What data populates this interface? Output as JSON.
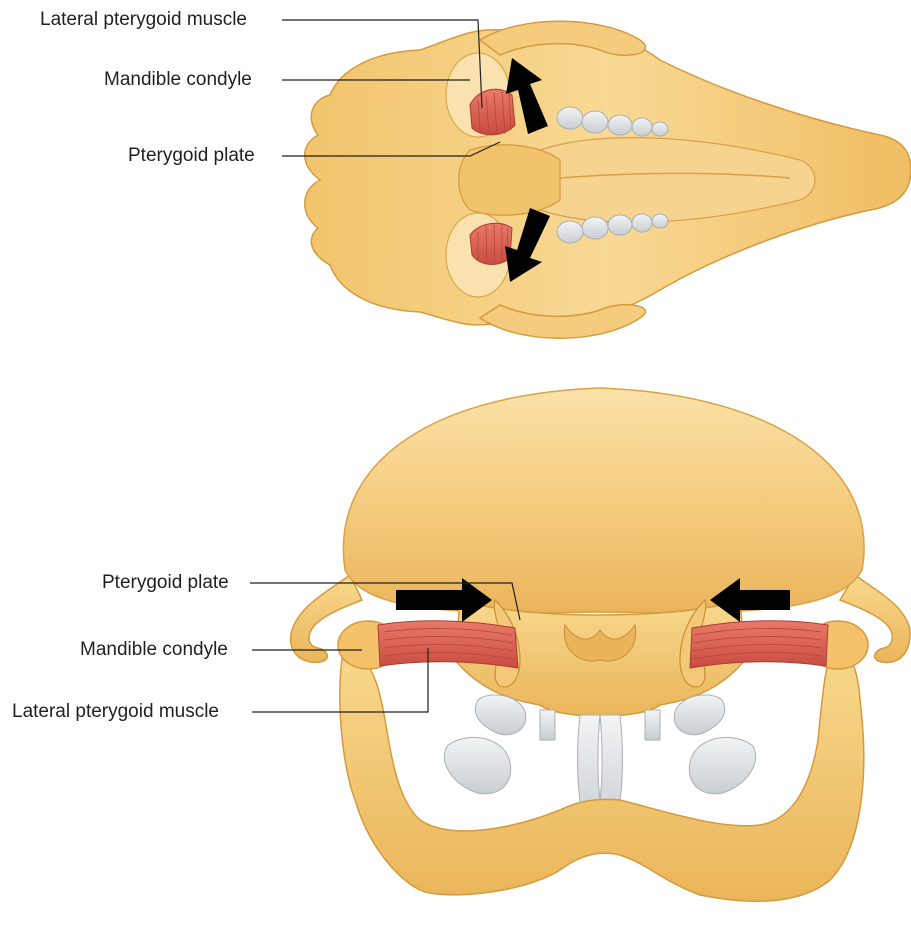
{
  "top_view": {
    "labels": {
      "lateral_pterygoid_muscle": "Lateral pterygoid muscle",
      "mandible_condyle": "Mandible condyle",
      "pterygoid_plate": "Pterygoid plate"
    }
  },
  "front_view": {
    "labels": {
      "pterygoid_plate": "Pterygoid plate",
      "mandible_condyle": "Mandible condyle",
      "lateral_pterygoid_muscle": "Lateral pterygoid muscle"
    }
  },
  "colors": {
    "bone": "#f3c66f",
    "bone_light": "#f8dc9c",
    "bone_shadow": "#e2a84b",
    "bone_outline": "#d49a3e",
    "muscle": "#e0685a",
    "muscle_dark": "#c34a3f",
    "tooth": "#dfe3e6",
    "arrow": "#000000",
    "line": "#231f20"
  }
}
